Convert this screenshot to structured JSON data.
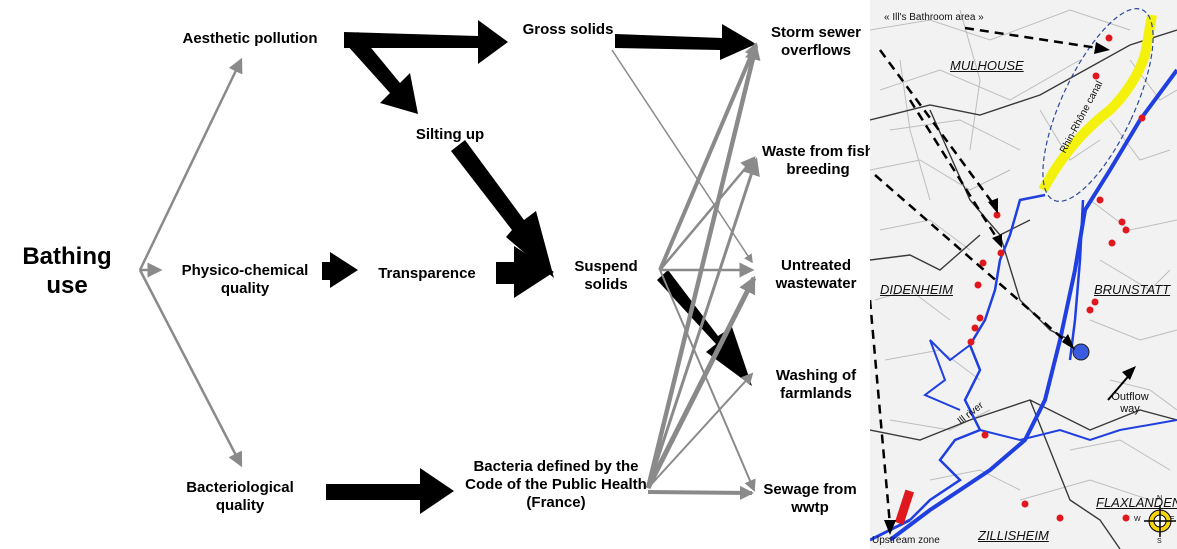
{
  "uses": {
    "bathing": "Bathing use"
  },
  "quality": {
    "aesthetic": "Aesthetic pollution",
    "physico": "Physico-chemical quality",
    "bacterio": "Bacteriological quality"
  },
  "effects": {
    "silting": "Silting up",
    "transparence": "Transparence",
    "gross": "Gross solids",
    "suspend": "Suspend solids",
    "bacteria": "Bacteria defined by the Code of the Public Health (France)"
  },
  "sources": {
    "storm": "Storm sewer overflows",
    "fish": "Waste from fish breeding",
    "untreated": "Untreated wastewater",
    "washing": "Washing of farmlands",
    "sewage": "Sewage from wwtp"
  },
  "map": {
    "bathroom_area": "« Ill's Bathroom area »",
    "canal": "Rhin-Rhône canal",
    "ill_river": "Ill river",
    "outflow": "Outflow way",
    "upstream": "Upstream zone",
    "towns": {
      "mulhouse": "MULHOUSE",
      "didenheim": "DIDENHEIM",
      "brunstatt": "BRUNSTATT",
      "flaxlanden": "FLAXLANDEN",
      "zillisheim": "ZILLISHEIM"
    },
    "compass": {
      "n": "N",
      "s": "S",
      "e": "E",
      "w": "W"
    }
  },
  "colors": {
    "thick": "#000000",
    "thin": "#888888",
    "river": "#1f3fe0",
    "yellow": "#f4f20c",
    "dots": "#e0181e",
    "roads": "#bdbdbd",
    "boundary": "#3a3a3a"
  }
}
